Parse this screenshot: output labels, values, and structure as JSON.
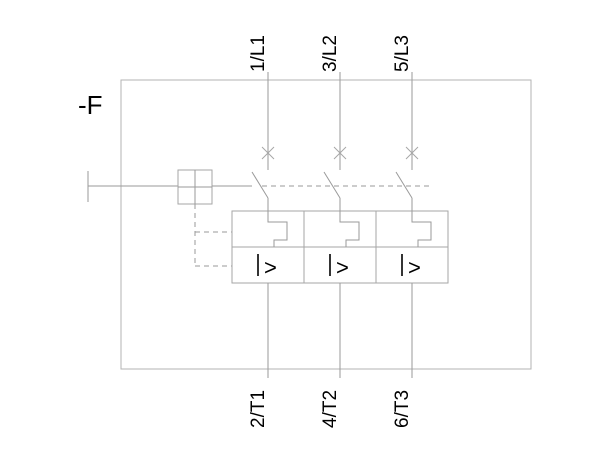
{
  "diagram": {
    "designation": "-F",
    "trip_symbol": ">",
    "poles": [
      {
        "line_terminal": "1/L1",
        "load_terminal": "2/T1"
      },
      {
        "line_terminal": "3/L2",
        "load_terminal": "4/T2"
      },
      {
        "line_terminal": "5/L3",
        "load_terminal": "6/T3"
      }
    ]
  }
}
